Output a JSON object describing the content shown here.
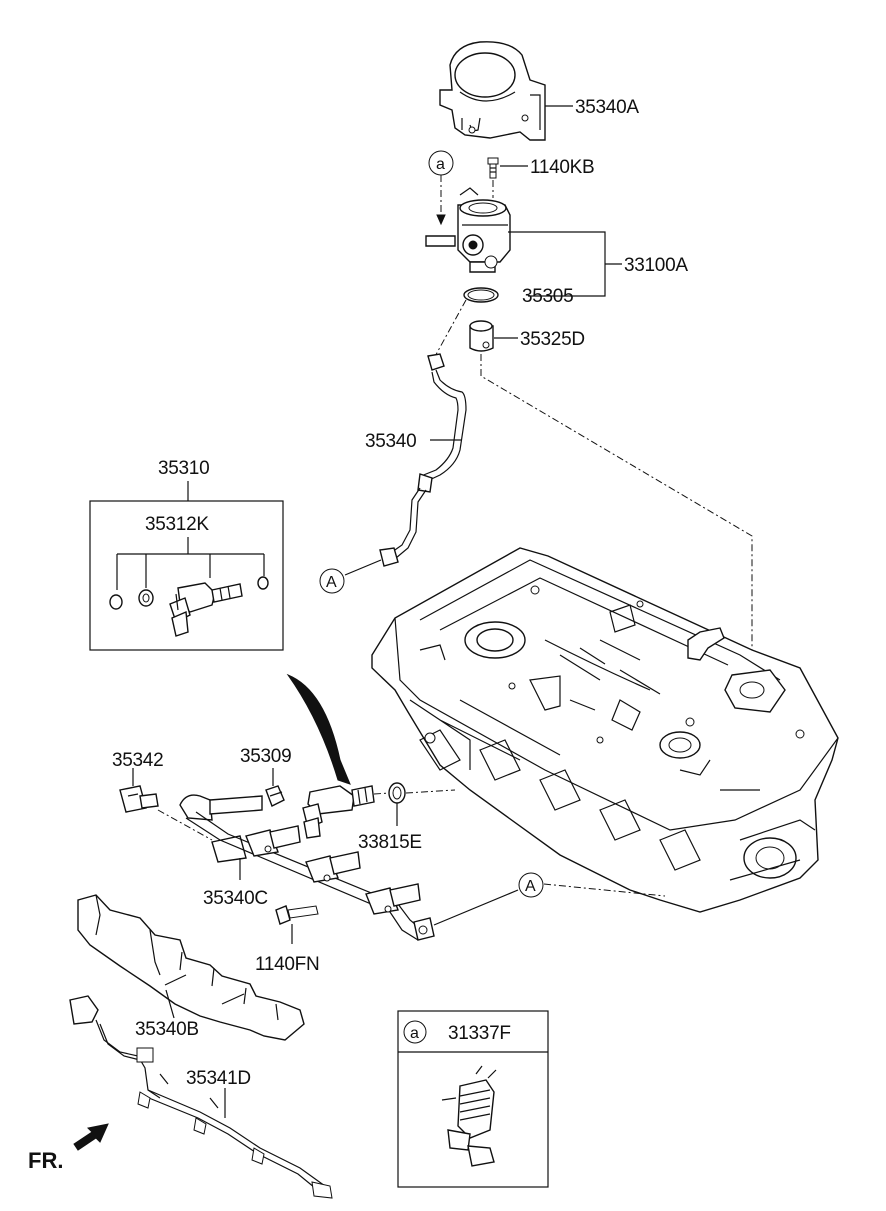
{
  "labels": {
    "p35340A": "35340A",
    "p1140KB": "1140KB",
    "p33100A": "33100A",
    "p35305": "35305",
    "p35325D": "35325D",
    "p35340": "35340",
    "p35310": "35310",
    "p35312K": "35312K",
    "p35342": "35342",
    "p35309": "35309",
    "p33815E": "33815E",
    "p35340C": "35340C",
    "p1140FN": "1140FN",
    "p35340B": "35340B",
    "p35341D": "35341D",
    "p31337F": "31337F",
    "fr": "FR."
  },
  "callouts": {
    "a_top": "a",
    "a_legend": "a",
    "A_left": "A",
    "A_right": "A"
  }
}
